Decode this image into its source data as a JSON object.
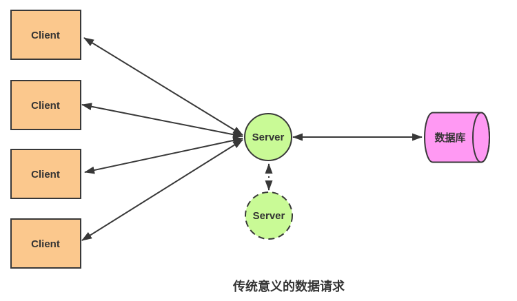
{
  "diagram": {
    "caption": "传统意义的数据请求",
    "clients": [
      {
        "label": "Client"
      },
      {
        "label": "Client"
      },
      {
        "label": "Client"
      },
      {
        "label": "Client"
      }
    ],
    "server": {
      "label": "Server"
    },
    "server_replica": {
      "label": "Server"
    },
    "database": {
      "label": "数据库"
    }
  },
  "colors": {
    "client_fill": "#fbc88d",
    "server_fill": "#c9fa96",
    "database_fill": "#ff99f3",
    "stroke": "#383838",
    "text": "#333333"
  }
}
